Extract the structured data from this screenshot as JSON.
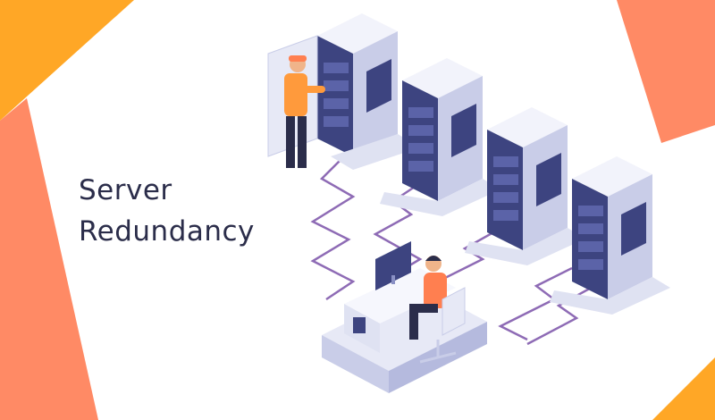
{
  "headline": {
    "line1": "Server",
    "line2": "Redundancy"
  },
  "colors": {
    "orange_band": "#ffa726",
    "coral_band": "#ff8a65",
    "server_light": "#e7e9f6",
    "server_mid": "#c9cde8",
    "server_dark": "#3d4480",
    "cable": "#8e6bb5",
    "technician_shirt": "#ff9a3c",
    "operator_shirt": "#ff7f50",
    "text": "#2b2d4a"
  },
  "illustration": {
    "subject": "isometric data center with server racks connected to a workstation",
    "icons": [
      "server-rack-icon",
      "technician-icon",
      "workstation-icon",
      "monitor-icon",
      "office-chair-icon"
    ]
  }
}
